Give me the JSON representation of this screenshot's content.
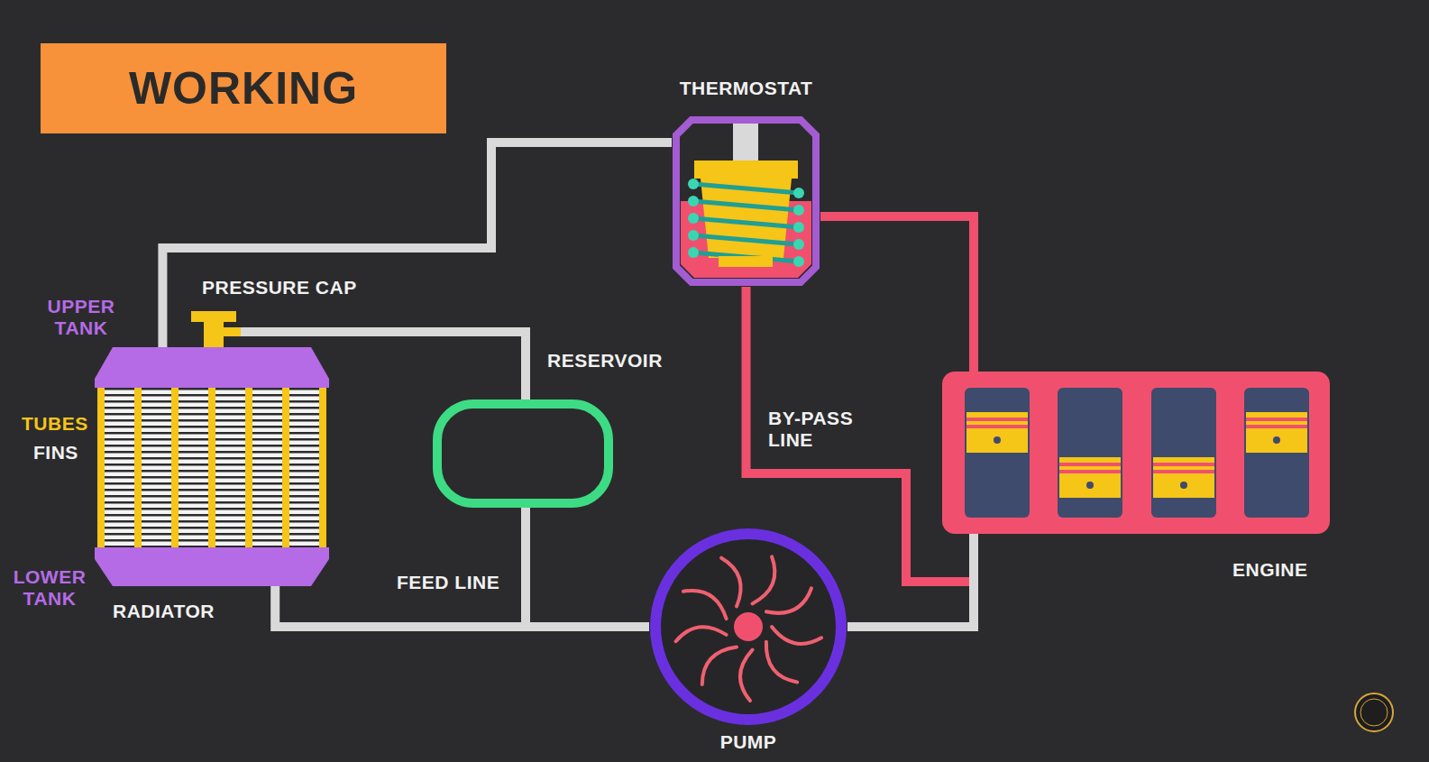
{
  "diagram": {
    "title": "WORKING",
    "nodes": [
      {
        "text": [
          "THERMOSTAT"
        ]
      },
      {
        "text": [
          "PRESSURE CAP"
        ]
      },
      {
        "text": [
          "RADIATOR"
        ]
      },
      {
        "text": [
          "RESERVOIR"
        ]
      },
      {
        "text": [
          "ENGINE"
        ]
      },
      {
        "text": [
          "PUMP"
        ]
      }
    ],
    "edges": [
      {
        "from": 2,
        "to": 0,
        "arrow": "none"
      },
      {
        "from": 1,
        "to": 3,
        "arrow": "none"
      },
      {
        "from": 3,
        "to": 5,
        "label": "FEED LINE",
        "arrow": "none"
      },
      {
        "from": 2,
        "to": 5,
        "arrow": "none"
      },
      {
        "from": 5,
        "to": 4,
        "arrow": "none"
      },
      {
        "from": 4,
        "to": 0,
        "arrow": "none"
      },
      {
        "from": 0,
        "to": 5,
        "label": "BY-PASS LINE",
        "arrow": "none"
      }
    ],
    "labels": [
      "UPPER TANK",
      "TUBES",
      "FINS",
      "LOWER TANK"
    ]
  }
}
